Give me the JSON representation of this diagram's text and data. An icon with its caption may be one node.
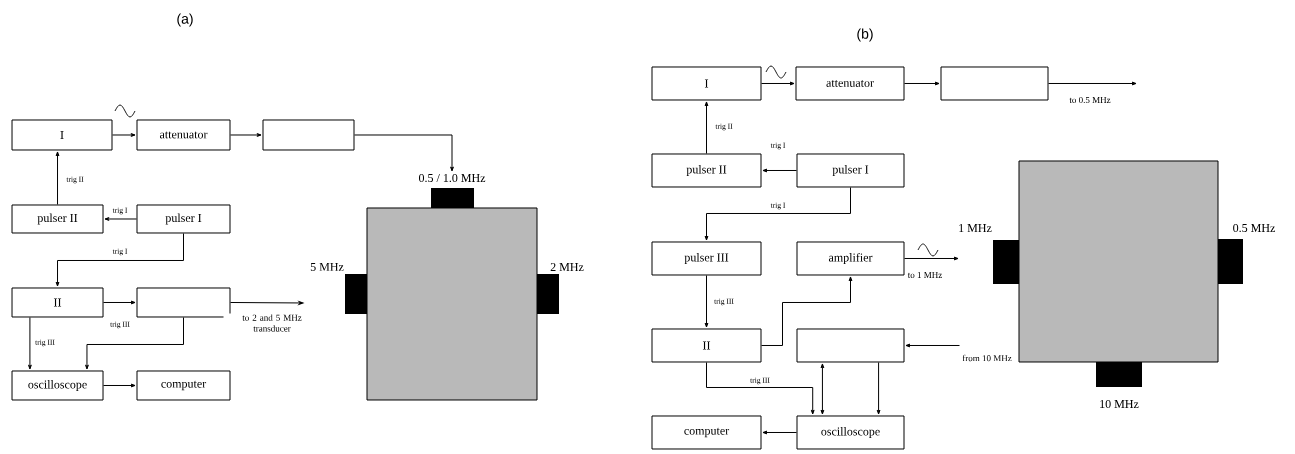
{
  "diagram": {
    "nodes": [
      {
        "text": [
          "I"
        ]
      },
      {
        "text": [
          "attenuator"
        ]
      },
      {
        "text": [],
        "shape": "box"
      },
      {
        "text": [
          "pulser II"
        ]
      },
      {
        "text": [
          "pulser I"
        ]
      },
      {
        "text": [
          "II"
        ]
      },
      {
        "text": [],
        "shape": "box"
      },
      {
        "text": [
          "oscilloscope"
        ]
      },
      {
        "text": [
          "computer"
        ]
      },
      {
        "text": [
          "0.5 / 1.0 MHz"
        ]
      },
      {
        "text": [
          "5 MHz"
        ]
      },
      {
        "text": [
          "2 MHz"
        ]
      },
      {
        "text": [
          "I"
        ]
      },
      {
        "text": [
          "attenuator"
        ]
      },
      {
        "text": [],
        "shape": "box"
      },
      {
        "text": [
          "pulser II"
        ]
      },
      {
        "text": [
          "pulser I"
        ]
      },
      {
        "text": [
          "pulser III"
        ]
      },
      {
        "text": [
          "amplifier"
        ]
      },
      {
        "text": [
          "II"
        ]
      },
      {
        "text": [],
        "shape": "box"
      },
      {
        "text": [
          "computer"
        ]
      },
      {
        "text": [
          "oscilloscope"
        ]
      },
      {
        "text": [
          "1 MHz"
        ]
      },
      {
        "text": [
          "0.5 MHz"
        ]
      },
      {
        "text": [
          "10 MHz"
        ]
      }
    ],
    "edges": [
      {
        "from": 0,
        "to": 1,
        "arrow": "to"
      },
      {
        "from": 1,
        "to": 2,
        "arrow": "to"
      },
      {
        "from": 2,
        "to": 9,
        "arrow": "to"
      },
      {
        "from": 4,
        "to": 3,
        "arrow": "to",
        "label": "trig I"
      },
      {
        "from": 3,
        "to": 0,
        "arrow": "to",
        "label": "trig II"
      },
      {
        "from": 4,
        "to": 5,
        "arrow": "to",
        "label": "trig I"
      },
      {
        "from": 5,
        "to": 6,
        "arrow": "to",
        "label": "trig III"
      },
      {
        "from": 6,
        "to": null,
        "arrow": "to",
        "label": "to 2 and 5 MHz transducer"
      },
      {
        "from": 5,
        "to": 7,
        "arrow": "to",
        "label": "trig III"
      },
      {
        "from": 6,
        "to": 7,
        "arrow": "to"
      },
      {
        "from": 7,
        "to": 8,
        "arrow": "to"
      },
      {
        "from": 12,
        "to": 13,
        "arrow": "to"
      },
      {
        "from": 13,
        "to": 14,
        "arrow": "to"
      },
      {
        "from": 14,
        "to": null,
        "arrow": "to",
        "label": "to 0.5 MHz"
      },
      {
        "from": 16,
        "to": 15,
        "arrow": "to",
        "label": "trig I"
      },
      {
        "from": 15,
        "to": 12,
        "arrow": "to",
        "label": "trig II"
      },
      {
        "from": 16,
        "to": 17,
        "arrow": "to",
        "label": "trig I"
      },
      {
        "from": 17,
        "to": 19,
        "arrow": "to",
        "label": "trig III"
      },
      {
        "from": 19,
        "to": 18,
        "arrow": "to"
      },
      {
        "from": 18,
        "to": null,
        "arrow": "to",
        "label": "to 1 MHz"
      },
      {
        "from": null,
        "to": 20,
        "arrow": "to",
        "label": "from 10 MHz"
      },
      {
        "from": 19,
        "to": 22,
        "arrow": "to",
        "label": "trig III"
      },
      {
        "from": 20,
        "to": 22,
        "arrow": "both"
      },
      {
        "from": 20,
        "to": 22,
        "arrow": "to"
      },
      {
        "from": 22,
        "to": 21,
        "arrow": "to"
      }
    ],
    "labels": [
      "(a)",
      "(b)"
    ]
  }
}
